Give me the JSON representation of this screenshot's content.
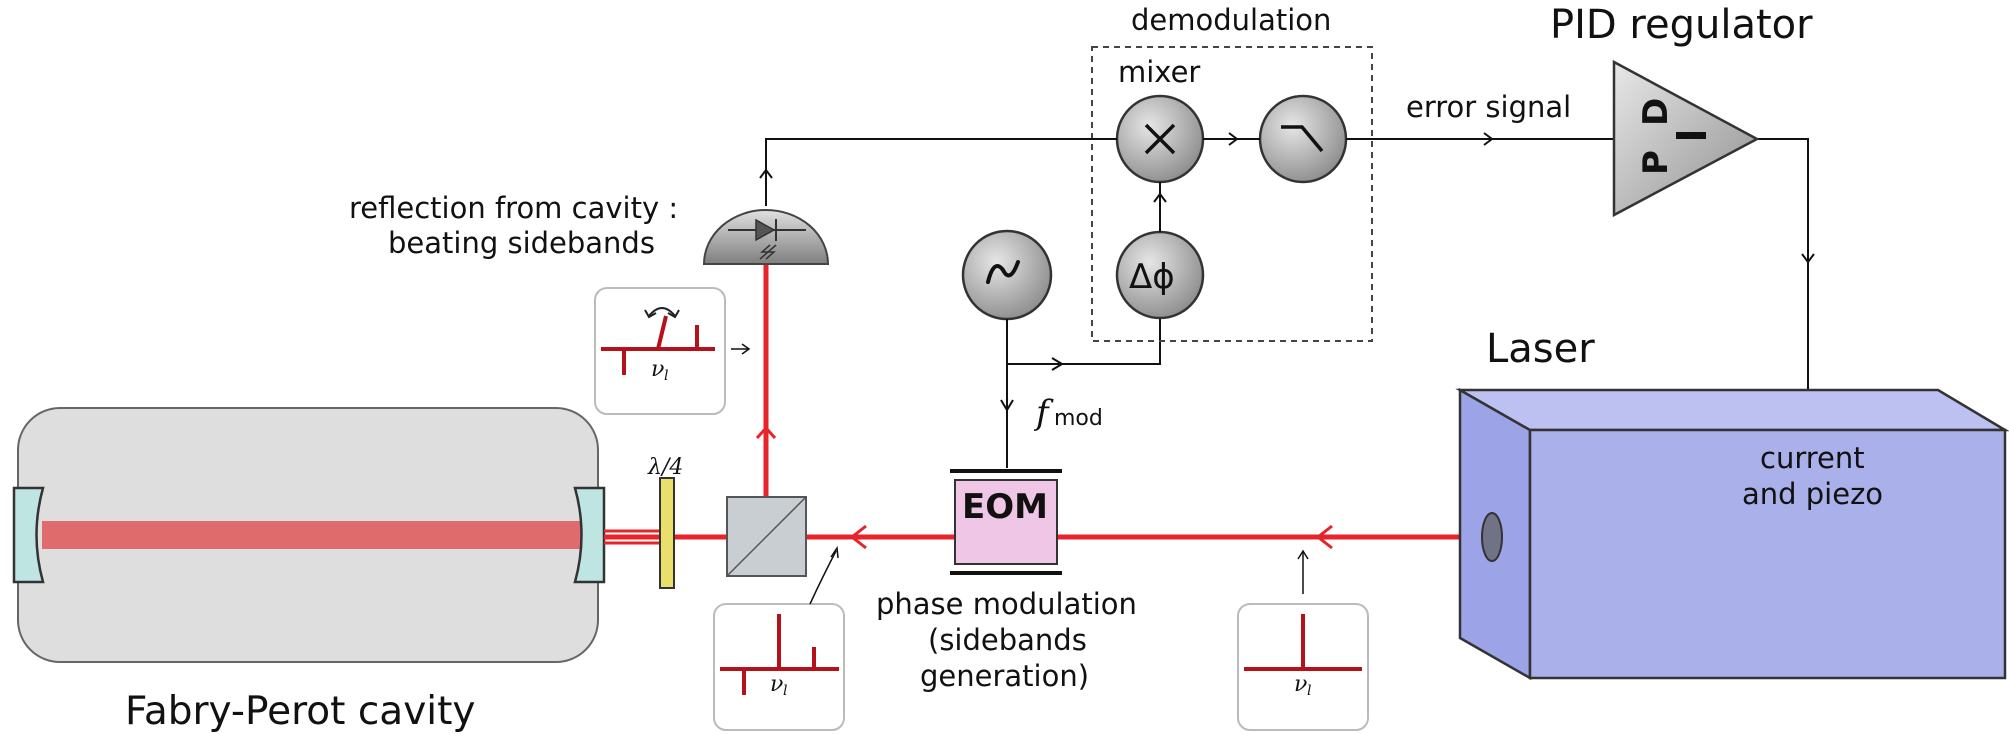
{
  "labels": {
    "demodulation": "demodulation",
    "pid_regulator": "PID regulator",
    "mixer": "mixer",
    "error_signal": "error signal",
    "reflection_line1": "reflection from cavity :",
    "reflection_line2": "beating sidebands",
    "laser": "Laser",
    "current_line1": "current",
    "current_line2": "and piezo",
    "fmod_symbol": "f",
    "fmod_subscript": "mod",
    "eom": "EOM",
    "phase_line1": "phase modulation",
    "phase_line2": "(sidebands",
    "phase_line3": "generation)",
    "cavity": "Fabry-Perot cavity",
    "waveplate": "λ/4",
    "phase_shifter": "Δϕ",
    "pid_p": "P",
    "pid_d": "D",
    "pid_i": "I",
    "mixer_symbol": "×",
    "nu_l": "ν",
    "nu_l_sub": "l"
  },
  "colors": {
    "beam": "#e8232a",
    "spectrum": "#b5111a",
    "laser_box": "#aab0ea",
    "eom_fill": "#f0c6e6",
    "cavity_body": "#dedede",
    "mirror": "#bfe5e3",
    "waveplate": "#e9df6a",
    "component_gray": "#a8a8a8"
  },
  "icons": [
    "photodiode-icon",
    "oscillator-icon",
    "mixer-icon",
    "lowpass-filter-icon",
    "phase-shifter-icon"
  ]
}
